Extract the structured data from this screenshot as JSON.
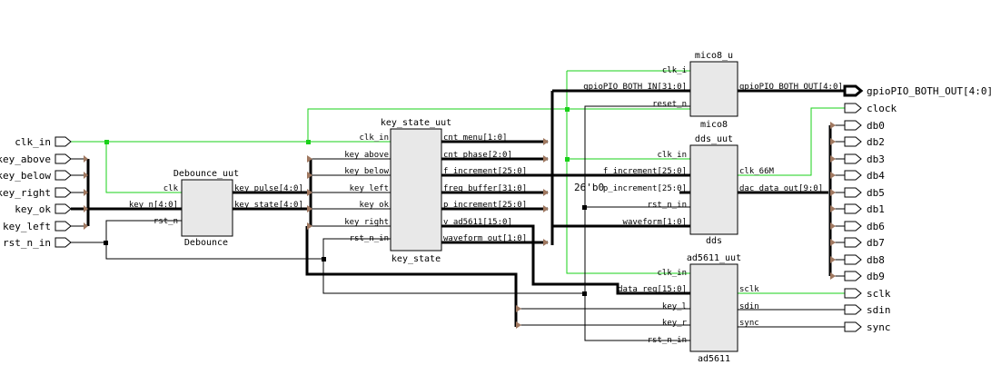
{
  "inputs": {
    "clk_in": "clk_in",
    "key_above": "key_above",
    "key_below": "key_below",
    "key_right": "key_right",
    "key_ok": "key_ok",
    "key_left": "key_left",
    "rst_n_in": "rst_n_in"
  },
  "outputs": {
    "gpio": "gpioPIO_BOTH_OUT[4:0]",
    "clock": "clock",
    "db": [
      "db0",
      "db2",
      "db3",
      "db4",
      "db5",
      "db1",
      "db6",
      "db7",
      "db8",
      "db9"
    ],
    "sclk": "sclk",
    "sdin": "sdin",
    "sync": "sync"
  },
  "debounce": {
    "instance": "Debounce_uut",
    "module": "Debounce",
    "in_clk": "clk",
    "in_key": "key_n[4:0]",
    "in_rst": "rst_n",
    "out_pulse": "key_pulse[4:0]",
    "out_state": "key_state[4:0]"
  },
  "key_state": {
    "instance": "key_state_uut",
    "module": "key_state",
    "in_clk": "clk_in",
    "in_above": "key_above",
    "in_below": "key_below",
    "in_left": "key_left",
    "in_ok": "key_ok",
    "in_right": "key_right",
    "in_rst": "rst_n_in",
    "out_menu": "cnt_menu[1:0]",
    "out_phase": "cnt_phase[2:0]",
    "out_finc": "f_increment[25:0]",
    "out_freq": "freq_buffer[31:0]",
    "out_pinc": "p_increment[25:0]",
    "out_v": "v_ad5611[15:0]",
    "out_wave": "waveform_out[1:0]"
  },
  "mico8": {
    "instance": "mico8_u",
    "module": "mico8",
    "in_clk": "clk_i",
    "in_gpio": "gpioPIO_BOTH_IN[31:0]",
    "in_rst": "reset_n",
    "out_gpio": "gpioPIO_BOTH_OUT[4:0]"
  },
  "dds": {
    "instance": "dds_uut",
    "module": "dds",
    "in_clk": "clk_in",
    "in_finc": "f_increment[25:0]",
    "in_pinc": "p_increment[25:0]",
    "in_rst": "rst_n_in",
    "in_wave": "waveform[1:0]",
    "out_clk": "clk_66M",
    "out_dac": "dac_data_out[9:0]",
    "const": "26'b0"
  },
  "ad5611": {
    "instance": "ad5611_uut",
    "module": "ad5611",
    "in_clk": "clk_in",
    "in_data": "data_reg[15:0]",
    "in_keyl": "key_l",
    "in_keyr": "key_r",
    "in_rst": "rst_n_in",
    "out_sclk": "sclk",
    "out_sdin": "sdin",
    "out_sync": "sync"
  },
  "colors": {
    "clock_net": "#19d119",
    "block_fill": "#e8e8e8",
    "bus_ripper": "#a07860"
  }
}
